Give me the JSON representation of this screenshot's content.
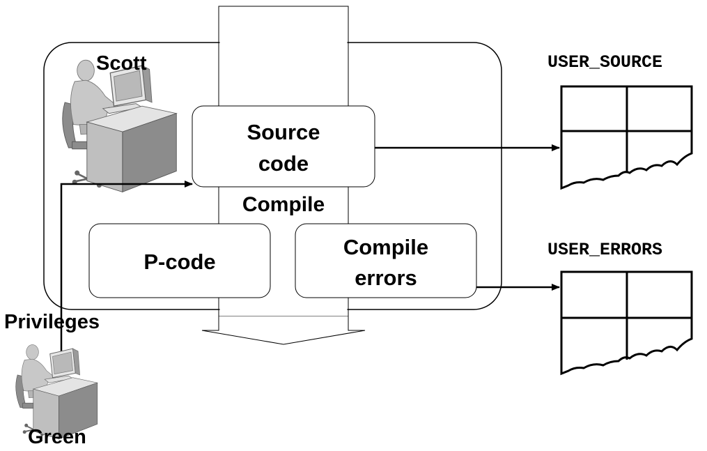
{
  "labels": {
    "scott": "Scott",
    "source_code_line1": "Source",
    "source_code_line2": "code",
    "compile": "Compile",
    "pcode": "P-code",
    "compile_errors_line1": "Compile",
    "compile_errors_line2": "errors",
    "privileges": "Privileges",
    "green": "Green",
    "user_source": "USER_SOURCE",
    "user_errors": "USER_ERRORS"
  },
  "icons": {
    "user_top": "user-at-computer-icon",
    "user_bottom": "user-at-computer-icon"
  },
  "colors": {
    "stroke": "#000000",
    "background": "#ffffff",
    "person_gray": "#c8c8c8",
    "person_dark": "#8c8c8c"
  }
}
